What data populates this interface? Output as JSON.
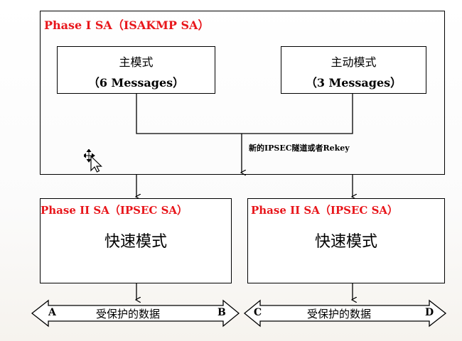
{
  "phase1": {
    "title": "Phase I  SA（ISAKMP SA）",
    "main_mode": {
      "line1": "主模式",
      "line2": "（6 Messages）"
    },
    "aggressive_mode": {
      "line1": "主动模式",
      "line2": "（3 Messages）"
    },
    "arrow_label": "新的IPSEC隧道或者Rekey"
  },
  "phase2_left": {
    "title": "Phase II  SA（IPSEC SA）",
    "mode": "快速模式"
  },
  "phase2_right": {
    "title": "Phase II SA（IPSEC SA）",
    "mode": "快速模式"
  },
  "protected_left": {
    "start": "A",
    "label": "受保护的数据",
    "end": "B"
  },
  "protected_right": {
    "start": "C",
    "label": "受保护的数据",
    "end": "D"
  },
  "colors": {
    "title_red": "#e8161b",
    "line": "#000000"
  },
  "icons": {
    "cursor": "move-cursor-icon"
  }
}
